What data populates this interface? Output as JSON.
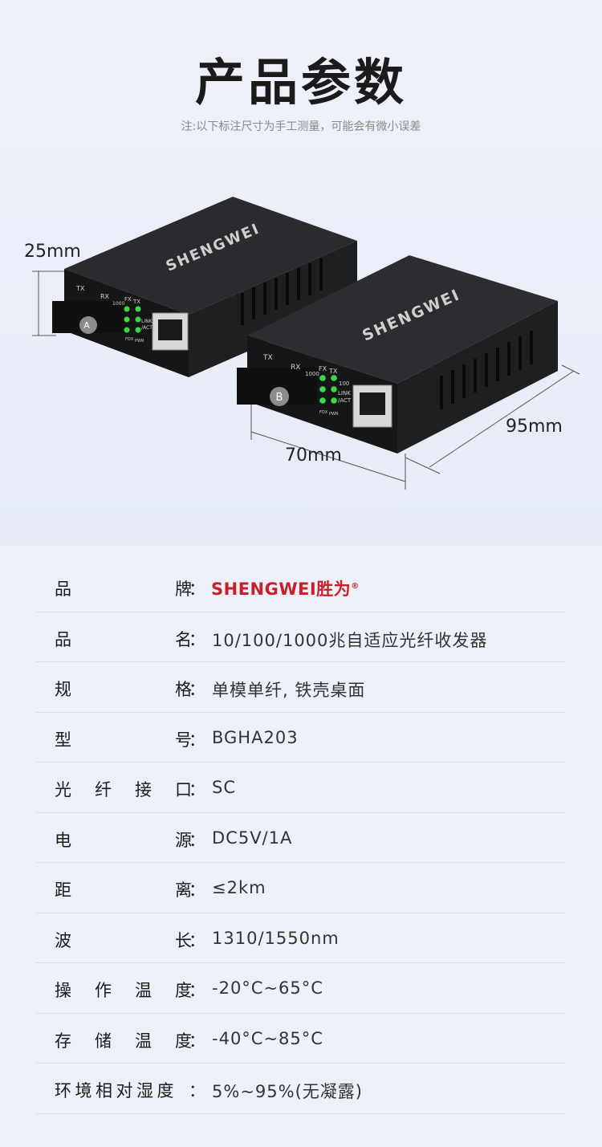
{
  "page": {
    "title": "产品参数",
    "note": "注:以下标注尺寸为手工测量，可能会有微小误差"
  },
  "dimensions": {
    "height": "25mm",
    "width": "70mm",
    "depth": "95mm"
  },
  "device": {
    "logo": "SHENGWEI",
    "port_tx": "TX",
    "port_rx": "RX",
    "led_fx": "FX",
    "led_tx": "TX",
    "led_1000": "1000",
    "led_100": "100",
    "led_link": "LINK",
    "led_act": "/ACT",
    "led_fdx": "FDX",
    "led_pwr": "PWR",
    "unit_a": "A",
    "unit_b": "B"
  },
  "specs": [
    {
      "label": "品牌",
      "value": "SHENGWEI胜为",
      "brand_mark": "®"
    },
    {
      "label": "品名",
      "value": "10/100/1000兆自适应光纤收发器"
    },
    {
      "label": "规格",
      "value": "单模单纤, 铁壳桌面"
    },
    {
      "label": "型号",
      "value": "BGHA203"
    },
    {
      "label": "光纤接口",
      "value": "SC"
    },
    {
      "label": "电源",
      "value": "DC5V/1A"
    },
    {
      "label": "距离",
      "value": "≤2km"
    },
    {
      "label": "波长",
      "value": "1310/1550nm"
    },
    {
      "label": "操作温度",
      "value": "-20°C~65°C"
    },
    {
      "label": "存储温度",
      "value": "-40°C~85°C"
    },
    {
      "label": "环境相对湿度",
      "value": "5%~95%(无凝露)"
    }
  ],
  "colors": {
    "brand": "#c8202b",
    "led": "#3cd84a",
    "case": "#1f2022"
  }
}
